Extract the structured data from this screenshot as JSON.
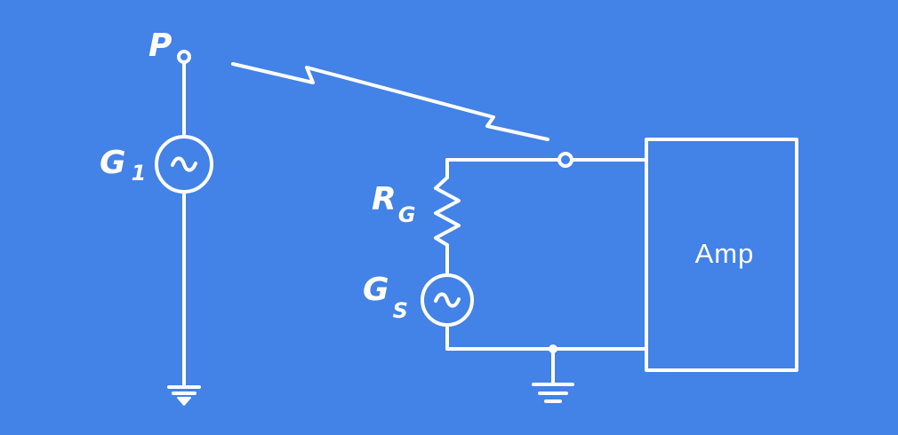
{
  "colors": {
    "background": "#4382e6",
    "ink": "#ffffff"
  },
  "labels": {
    "probe": "P",
    "gen1_main": "G",
    "gen1_sub": "1",
    "resistor_main": "R",
    "resistor_sub": "G",
    "gen_s_main": "G",
    "gen_s_sub": "S",
    "amplifier": "Amp"
  }
}
